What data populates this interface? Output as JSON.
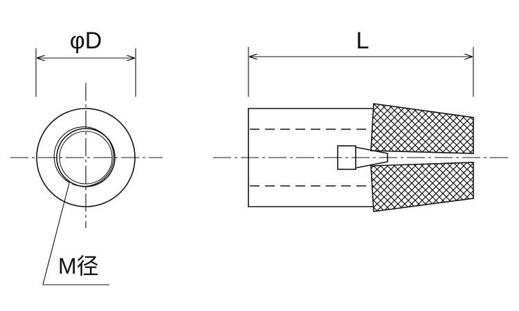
{
  "labels": {
    "diameter": "φD",
    "length": "L",
    "thread": "M径"
  }
}
